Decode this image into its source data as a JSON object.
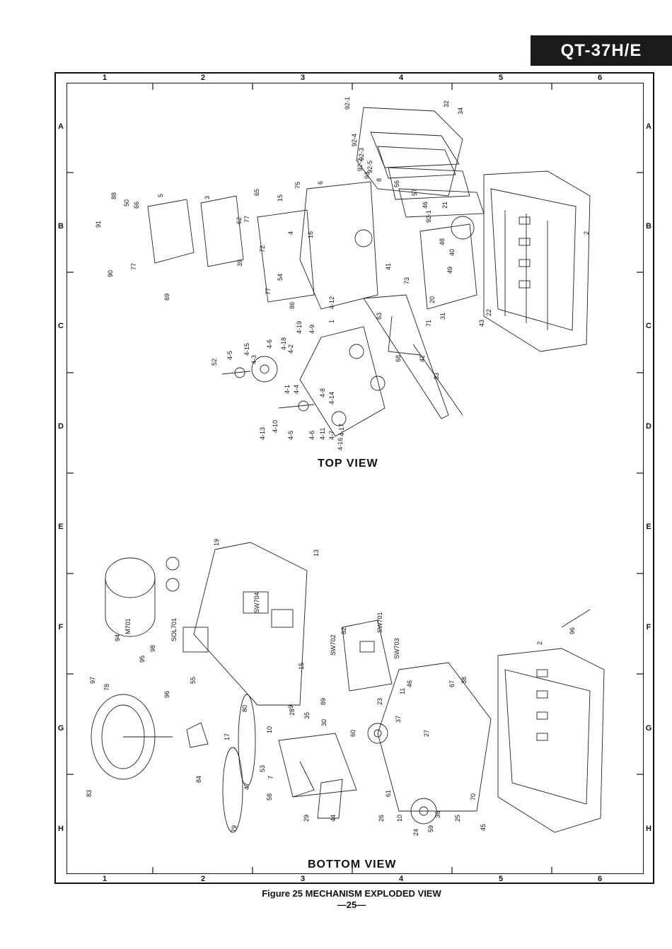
{
  "model": "QT-37H/E",
  "columns": [
    "1",
    "2",
    "3",
    "4",
    "5",
    "6"
  ],
  "rows": [
    "A",
    "B",
    "C",
    "D",
    "E",
    "F",
    "G",
    "H"
  ],
  "views": {
    "top": "TOP VIEW",
    "bottom": "BOTTOM VIEW"
  },
  "caption": "Figure 25 MECHANISM EXPLODED VIEW",
  "page_number": "—25—",
  "top_view_parts": [
    "92-1",
    "92-4",
    "92-3",
    "92-2",
    "92-5",
    "93",
    "32",
    "34",
    "8",
    "56",
    "57",
    "15",
    "75",
    "65",
    "88",
    "50",
    "66",
    "91",
    "5",
    "3",
    "6",
    "62",
    "77",
    "16",
    "39",
    "72",
    "4",
    "90",
    "77",
    "69",
    "54",
    "86",
    "77",
    "1",
    "20",
    "41",
    "73",
    "21",
    "46",
    "92-1",
    "48",
    "40",
    "49",
    "22",
    "43",
    "71",
    "31",
    "63",
    "68",
    "42",
    "33",
    "52",
    "4-5",
    "4-15",
    "4-3",
    "4-6",
    "4-18",
    "4-2",
    "4-19",
    "4-9",
    "4-12",
    "4-1",
    "4-4",
    "4-8",
    "4-14",
    "4-13",
    "4-10",
    "4-5",
    "4-6",
    "4-11",
    "4-7",
    "4-16",
    "4-17",
    "2"
  ],
  "bottom_view_parts": [
    "19",
    "13",
    "82",
    "9",
    "15",
    "94",
    "M701",
    "98",
    "SOL701",
    "95",
    "97",
    "78",
    "96",
    "55",
    "83",
    "84",
    "17",
    "80",
    "28",
    "35",
    "30",
    "10",
    "60",
    "89",
    "23",
    "37",
    "11",
    "46",
    "67",
    "38",
    "27",
    "47",
    "53",
    "7",
    "58",
    "29",
    "44",
    "26",
    "61",
    "10",
    "24",
    "59",
    "36",
    "25",
    "70",
    "45",
    "79",
    "2",
    "96",
    "SW701",
    "SW702",
    "SW703",
    "SW704"
  ]
}
